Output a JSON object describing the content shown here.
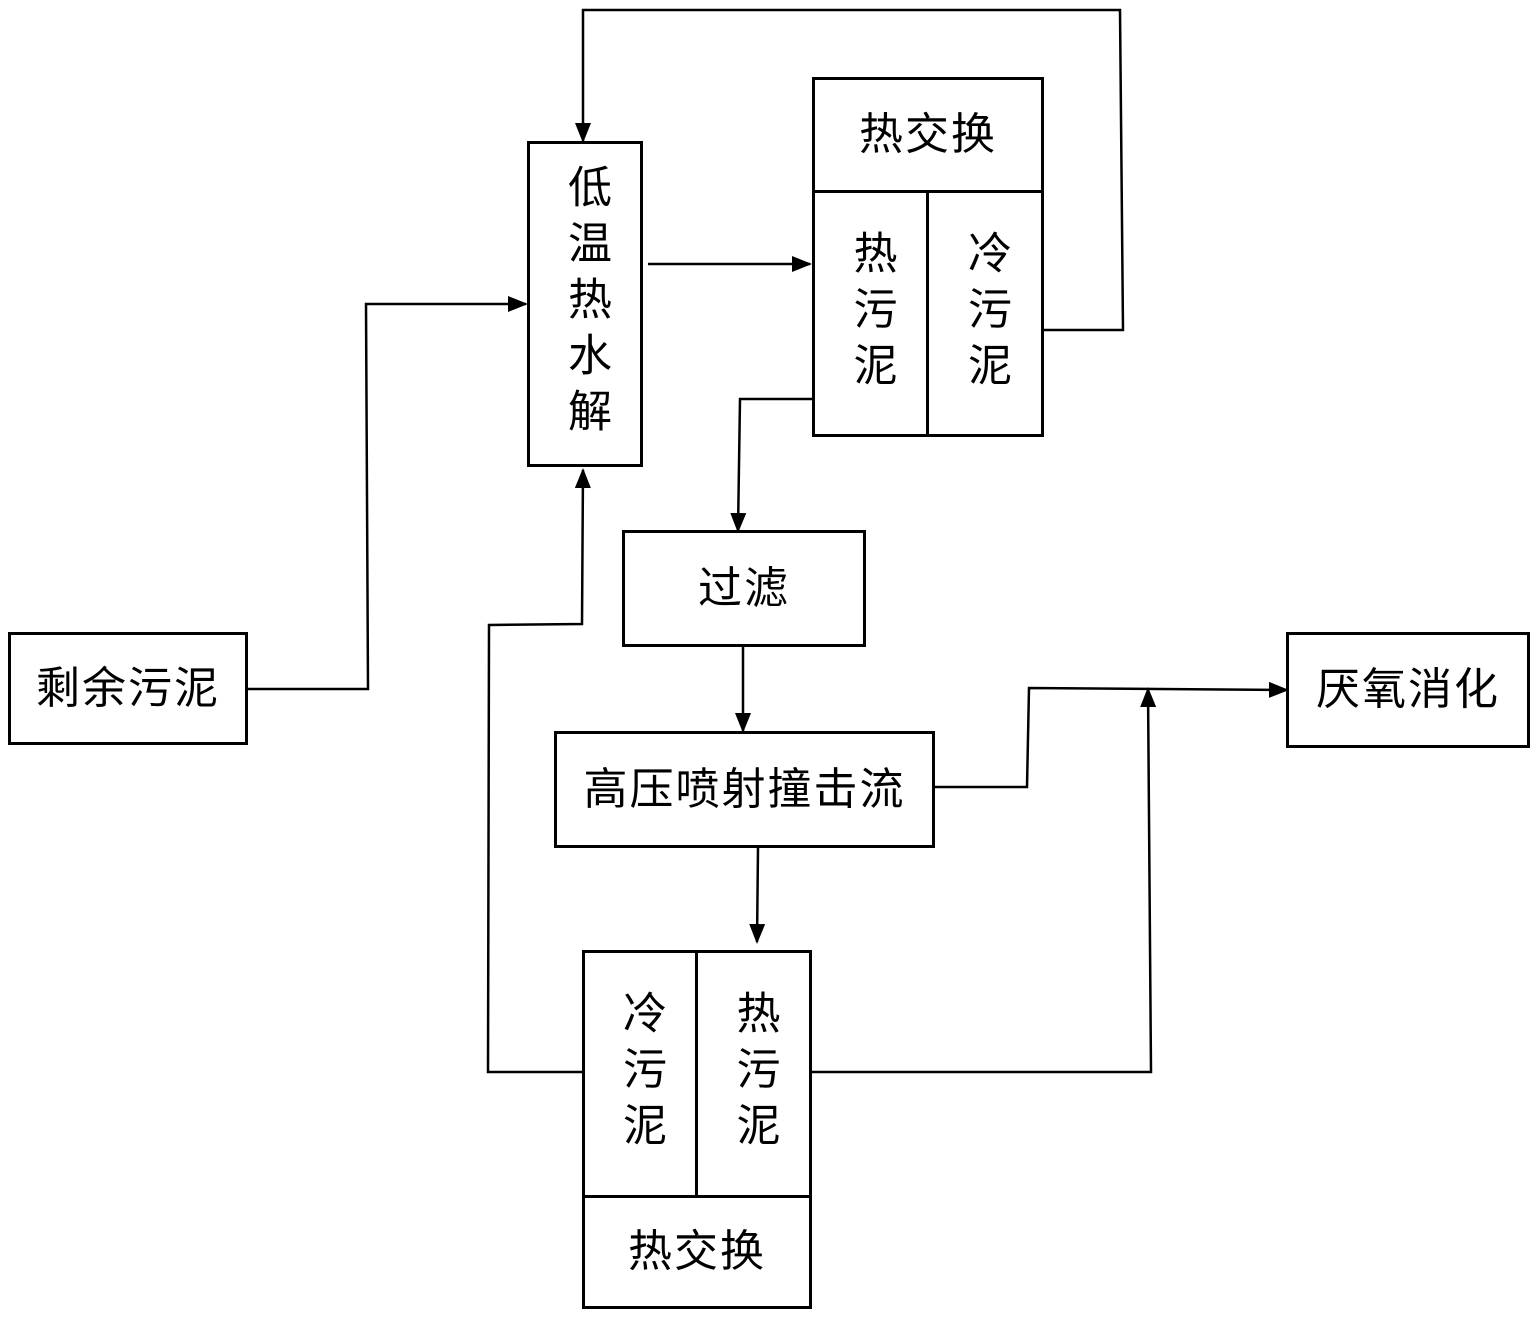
{
  "nodes": {
    "surplus_sludge": "剩余污泥",
    "low_temp_hydrolysis": "低温热水解",
    "heat_exchange_top": {
      "title": "热交换",
      "hot_side": "热污泥",
      "cold_side": "冷污泥"
    },
    "filtration": "过滤",
    "high_pressure_jet": "高压喷射撞击流",
    "heat_exchange_bottom": {
      "title": "热交换",
      "cold_side": "冷污泥",
      "hot_side": "热污泥"
    },
    "anaerobic_digestion": "厌氧消化"
  },
  "colors": {
    "line": "#000000",
    "background": "#ffffff"
  }
}
